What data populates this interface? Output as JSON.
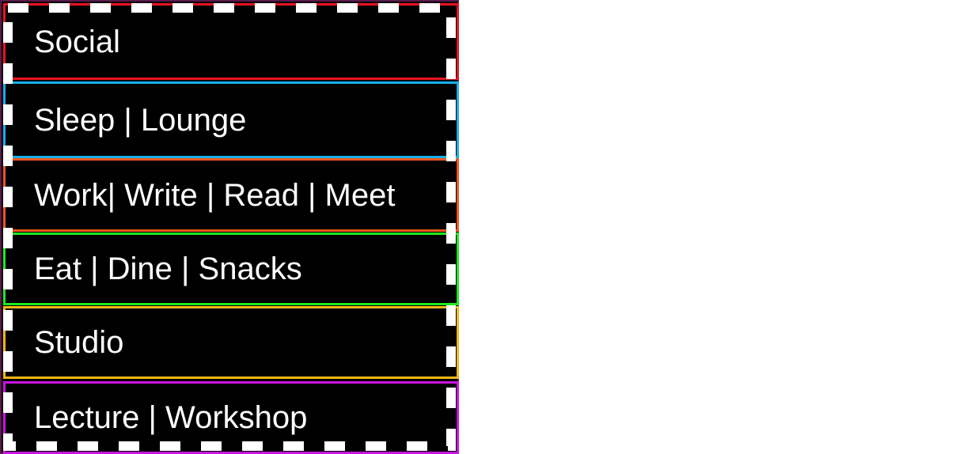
{
  "legend": {
    "items": [
      {
        "label": "Social",
        "color": "#e8141e"
      },
      {
        "label": "Sleep | Lounge",
        "color": "#19aeea"
      },
      {
        "label": "Work| Write | Read | Meet",
        "color": "#f2561d"
      },
      {
        "label": "Eat | Dine | Snacks",
        "color": "#1ee81e"
      },
      {
        "label": "Studio",
        "color": "#f2b816"
      },
      {
        "label": "Lecture | Workshop",
        "color": "#c814e0"
      }
    ]
  },
  "colors": {
    "background": "#000000",
    "dash": "#ffffff",
    "outer_border": "#5a1a4a"
  }
}
